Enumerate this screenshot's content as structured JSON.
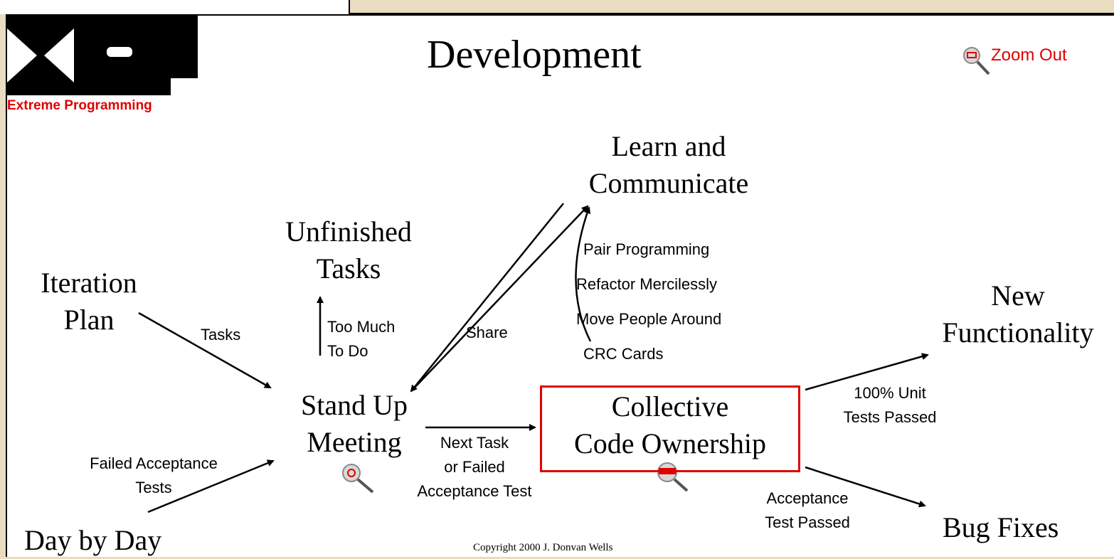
{
  "header": {
    "logo_text": "XP",
    "logo_caption": "Extreme Programming",
    "title": "Development",
    "zoom_out_label": "Zoom Out"
  },
  "nodes": {
    "iteration_plan": [
      "Iteration",
      "Plan"
    ],
    "unfinished_tasks": [
      "Unfinished",
      "Tasks"
    ],
    "learn_communicate": [
      "Learn and",
      "Communicate"
    ],
    "new_functionality": [
      "New",
      "Functionality"
    ],
    "stand_up": [
      "Stand Up",
      "Meeting"
    ],
    "collective": [
      "Collective",
      "Code Ownership"
    ],
    "day_by_day": "Day by Day",
    "bug_fixes": "Bug Fixes"
  },
  "edge_labels": {
    "tasks": "Tasks",
    "too_much": [
      "Too Much",
      "To Do"
    ],
    "share": "Share",
    "practices": [
      "Pair Programming",
      "Refactor Mercilessly",
      "Move People Around",
      "CRC Cards"
    ],
    "unit_tests": [
      "100% Unit",
      "Tests Passed"
    ],
    "failed_acceptance": [
      "Failed Acceptance",
      "Tests"
    ],
    "next_task": [
      "Next Task",
      "or Failed",
      "Acceptance Test"
    ],
    "acceptance_passed": [
      "Acceptance",
      "Test Passed"
    ]
  },
  "footer": {
    "copyright": "Copyright 2000 J. Donvan Wells"
  },
  "icons": {
    "zoom_out": "magnifier-minus-icon",
    "stand_up_zoom": "magnifier-refresh-icon",
    "collective_zoom": "magnifier-minus-icon"
  },
  "colors": {
    "accent_red": "#e00000",
    "frame": "#e9dcc0"
  }
}
